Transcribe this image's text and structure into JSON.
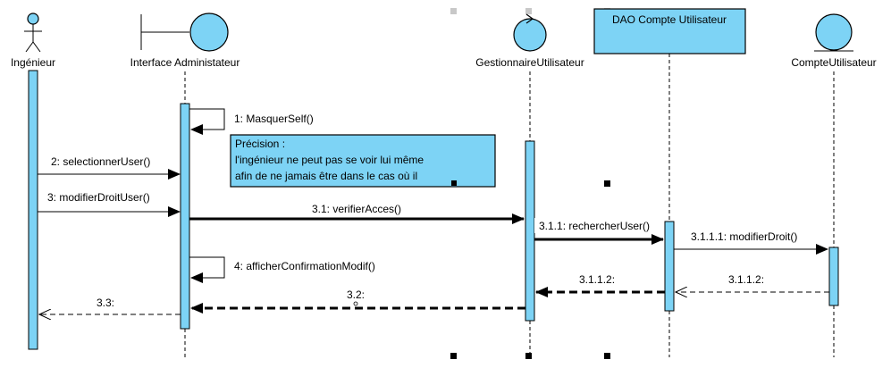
{
  "lifelines": {
    "ingenieur": "Ingénieur",
    "interface": "Interface Administateur",
    "gestionnaire": "GestionnaireUtilisateur",
    "dao": "DAO Compte Utilisateur",
    "compte": "CompteUtilisateur"
  },
  "messages": {
    "m1": "1: MasquerSelf()",
    "m2": "2: selectionnerUser()",
    "m3": "3: modifierDroitUser()",
    "m31": "3.1: verifierAcces()",
    "m311": "3.1.1: rechercherUser()",
    "m3111": "3.1.1.1: modifierDroit()",
    "m4": "4: afficherConfirmationModif()",
    "r3112a": "3.1.1.2:",
    "r3112b": "3.1.1.2:",
    "r32": "3.2:",
    "r33": "3.3:"
  },
  "note": {
    "line1": "Précision :",
    "line2": "l'ingénieur ne peut pas se voir lui même",
    "line3": "afin de ne jamais être dans le cas où il"
  },
  "colors": {
    "fill": "#7dd3f5",
    "line": "#000000"
  }
}
